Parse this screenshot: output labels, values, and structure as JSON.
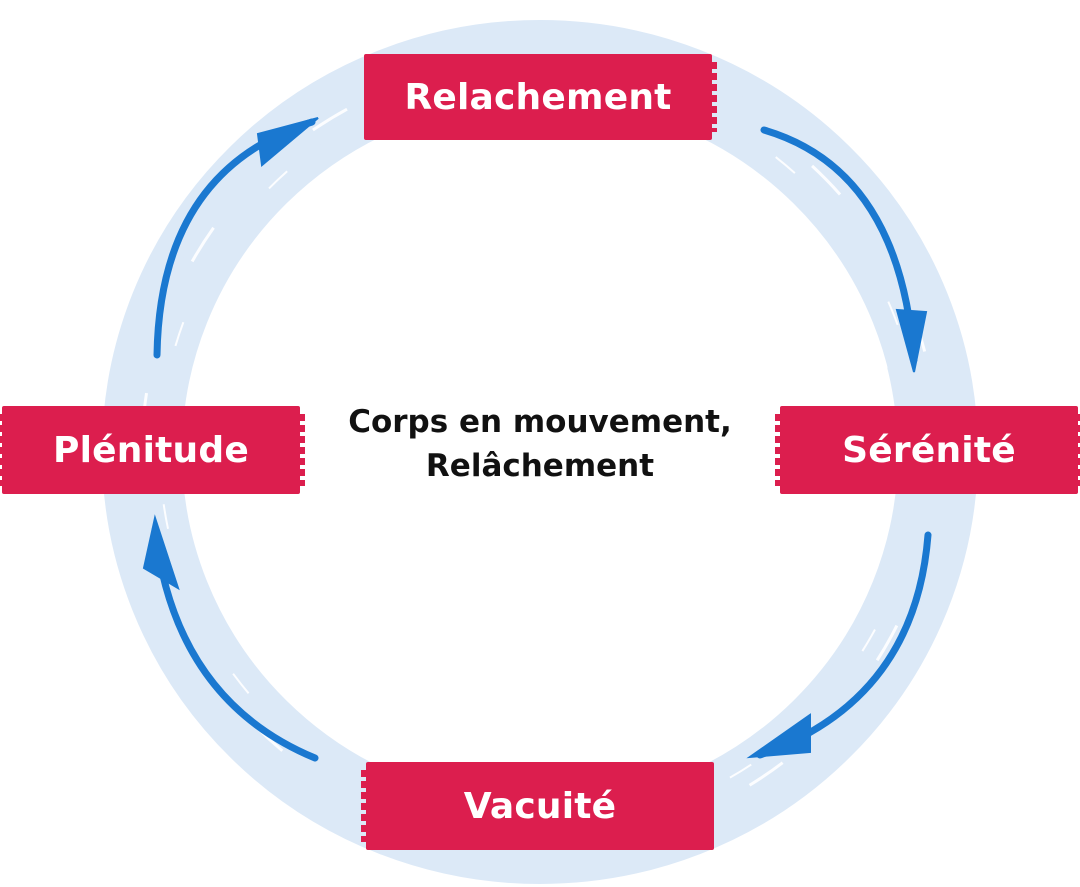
{
  "diagram": {
    "type": "cycle",
    "direction": "clockwise",
    "colors": {
      "label_fill": "#dc1e4e",
      "label_text": "#ffffff",
      "ring": "#dce9f7",
      "arrow": "#1a78d0",
      "center_text": "#111111"
    },
    "center": {
      "line1": "Corps en mouvement,",
      "line2": "Relâchement"
    },
    "nodes": [
      {
        "id": "top",
        "label": "Relachement"
      },
      {
        "id": "right",
        "label": "Sérénité"
      },
      {
        "id": "bottom",
        "label": "Vacuité"
      },
      {
        "id": "left",
        "label": "Plénitude"
      }
    ],
    "edges": [
      {
        "from": "Relachement",
        "to": "Sérénité"
      },
      {
        "from": "Sérénité",
        "to": "Vacuité"
      },
      {
        "from": "Vacuité",
        "to": "Plénitude"
      },
      {
        "from": "Plénitude",
        "to": "Relachement"
      }
    ]
  }
}
